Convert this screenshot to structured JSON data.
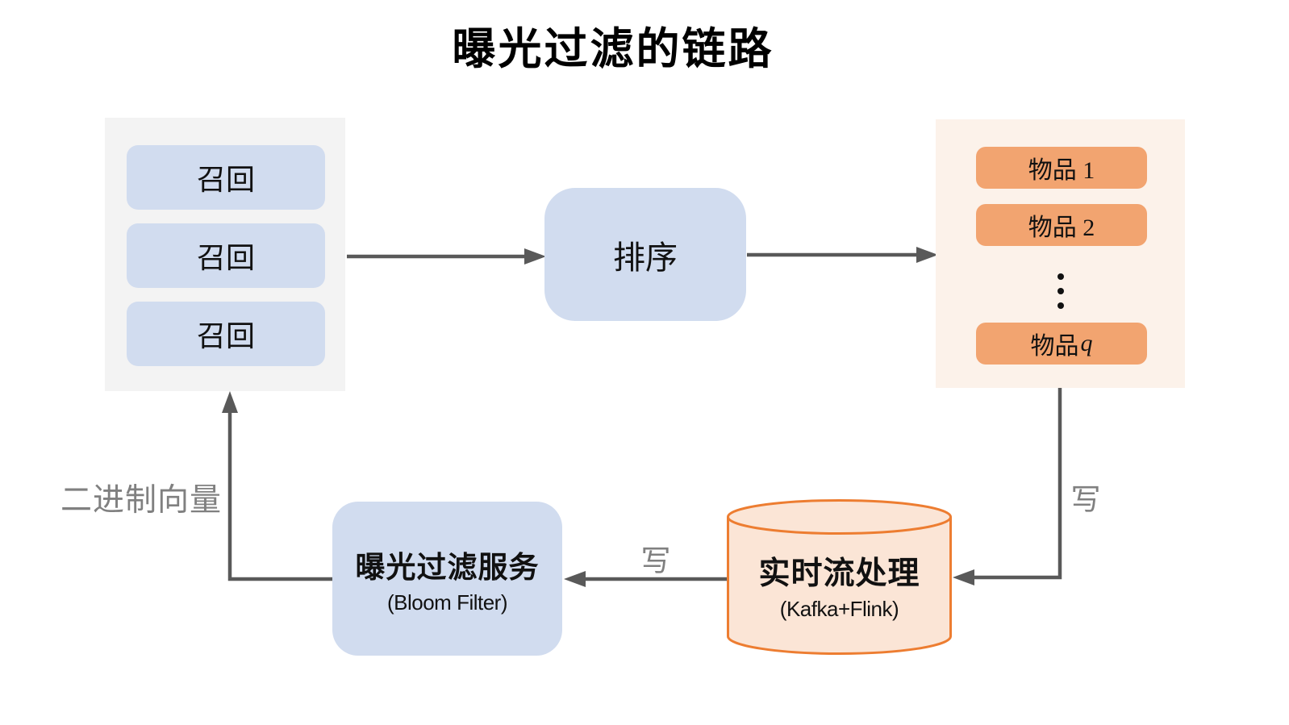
{
  "title": "曝光过滤的链路",
  "recall_panel": {
    "items": [
      "召回",
      "召回",
      "召回"
    ]
  },
  "rank_box": {
    "label": "排序"
  },
  "items_panel": {
    "item_1": "物品 1",
    "item_2": "物品 2",
    "ellipsis_icon": "vertical-dots",
    "item_q_prefix": "物品",
    "item_q_var": "q"
  },
  "stream_processor": {
    "label": "实时流处理",
    "sublabel": "(Kafka+Flink)"
  },
  "filter_service": {
    "label": "曝光过滤服务",
    "sublabel": "(Bloom Filter)"
  },
  "edge_labels": {
    "write_to_stream": "写",
    "write_to_filter": "写",
    "binary_vector": "二进制向量"
  },
  "colors": {
    "blue_box": "#D1DCEF",
    "gray_panel": "#F3F3F3",
    "orange_panel": "#FCF2EA",
    "orange_box": "#F2A470",
    "cylinder_fill": "#FBE5D6",
    "cylinder_stroke": "#ED7D31",
    "arrow": "#595959",
    "edge_label_text": "#808080"
  }
}
